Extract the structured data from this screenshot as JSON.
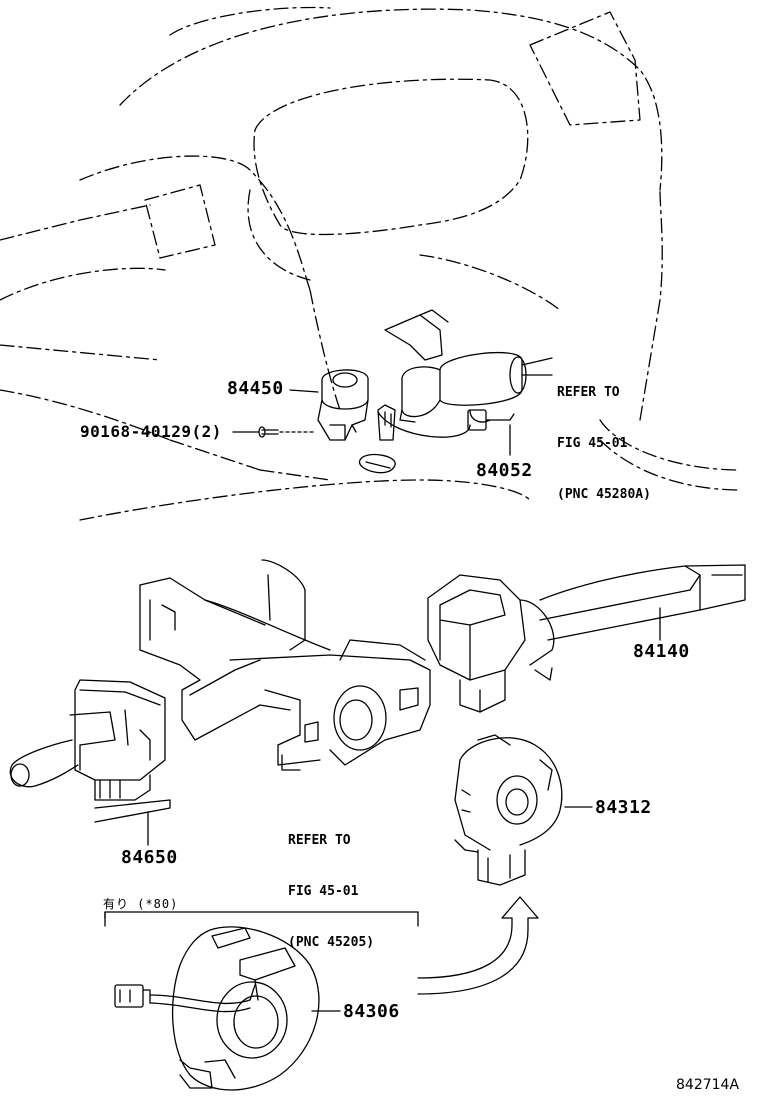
{
  "labels": {
    "p84450": "84450",
    "p90168": "90168-40129(2)",
    "p84052": "84052",
    "p84140": "84140",
    "p84650": "84650",
    "p84312": "84312",
    "p84306": "84306"
  },
  "refer_top": {
    "line1": "REFER TO",
    "line2": "FIG 45-01",
    "line3": "(PNC 45280A)"
  },
  "refer_mid": {
    "line1": "REFER TO",
    "line2": "FIG 45-01",
    "line3": "(PNC 45205)"
  },
  "option_note": "有り (*80)",
  "figure_code": "842714A"
}
